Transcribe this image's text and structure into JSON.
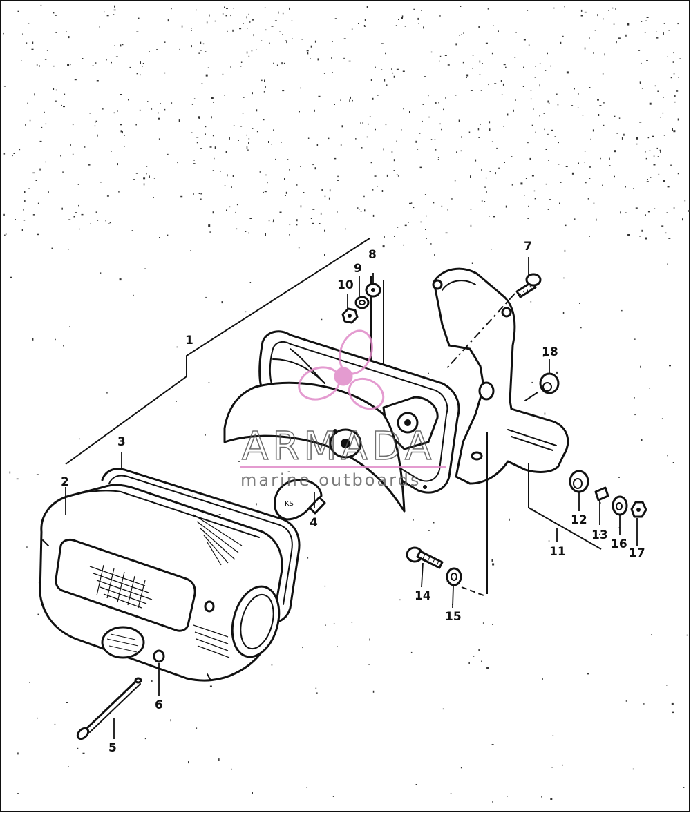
{
  "diagram": {
    "callouts": [
      "1",
      "2",
      "3",
      "4",
      "5",
      "6",
      "7",
      "8",
      "9",
      "10",
      "11",
      "12",
      "13",
      "14",
      "15",
      "16",
      "17",
      "18"
    ]
  },
  "watermark": {
    "title": "ARMADA",
    "subtitle": "marine outboards"
  },
  "colors": {
    "ink": "#111111",
    "watermark_logo": "#e08ac8",
    "watermark_text": "#555555",
    "paper": "#ffffff"
  }
}
